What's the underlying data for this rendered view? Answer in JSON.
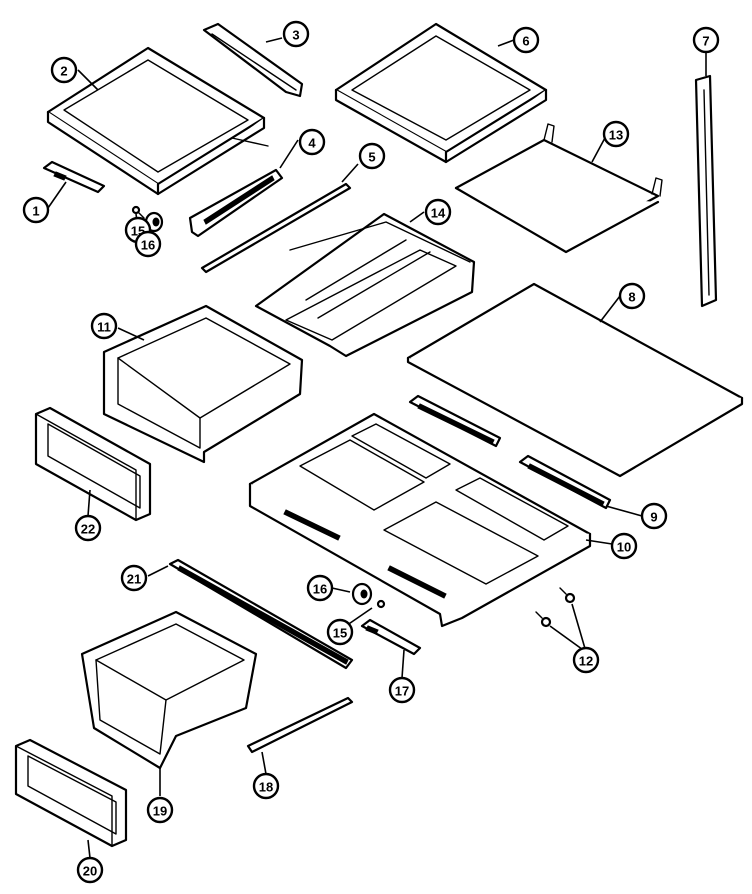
{
  "colors": {
    "line": "#000000",
    "background": "#ffffff"
  },
  "callouts": [
    {
      "id": "1",
      "label": "1"
    },
    {
      "id": "2",
      "label": "2"
    },
    {
      "id": "3",
      "label": "3"
    },
    {
      "id": "4",
      "label": "4"
    },
    {
      "id": "5",
      "label": "5"
    },
    {
      "id": "6",
      "label": "6"
    },
    {
      "id": "7",
      "label": "7"
    },
    {
      "id": "8",
      "label": "8"
    },
    {
      "id": "9",
      "label": "9"
    },
    {
      "id": "10",
      "label": "10"
    },
    {
      "id": "11",
      "label": "11"
    },
    {
      "id": "12",
      "label": "12"
    },
    {
      "id": "13",
      "label": "13"
    },
    {
      "id": "14",
      "label": "14"
    },
    {
      "id": "15a",
      "label": "15"
    },
    {
      "id": "15b",
      "label": "15"
    },
    {
      "id": "16a",
      "label": "16"
    },
    {
      "id": "16b",
      "label": "16"
    },
    {
      "id": "17",
      "label": "17"
    },
    {
      "id": "18",
      "label": "18"
    },
    {
      "id": "19",
      "label": "19"
    },
    {
      "id": "20",
      "label": "20"
    },
    {
      "id": "21",
      "label": "21"
    },
    {
      "id": "22",
      "label": "22"
    }
  ]
}
